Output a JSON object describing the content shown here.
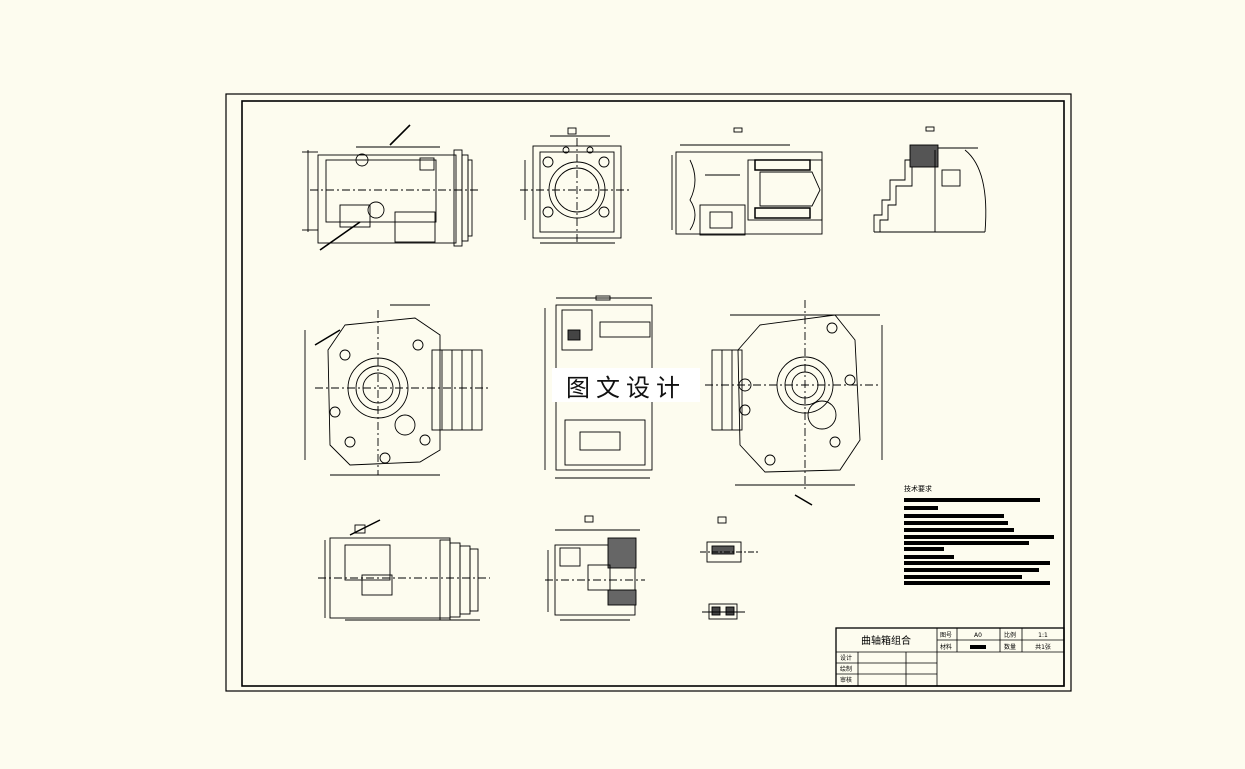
{
  "technical_requirements": {
    "heading": "技术要求",
    "line_count": 12
  },
  "title_block": {
    "title": "曲轴箱组合",
    "drawing_no_label": "图号",
    "drawing_no": "A0",
    "scale_label": "比例",
    "scale": "1:1",
    "material_label": "材料",
    "sheets_label": "数量",
    "sheets": "共1张",
    "design_label": "设计",
    "drawn_label": "绘制",
    "check_label": "审核"
  },
  "watermark": "图文设计",
  "colors": {
    "background": "#fdfcef",
    "ink": "#000000"
  }
}
